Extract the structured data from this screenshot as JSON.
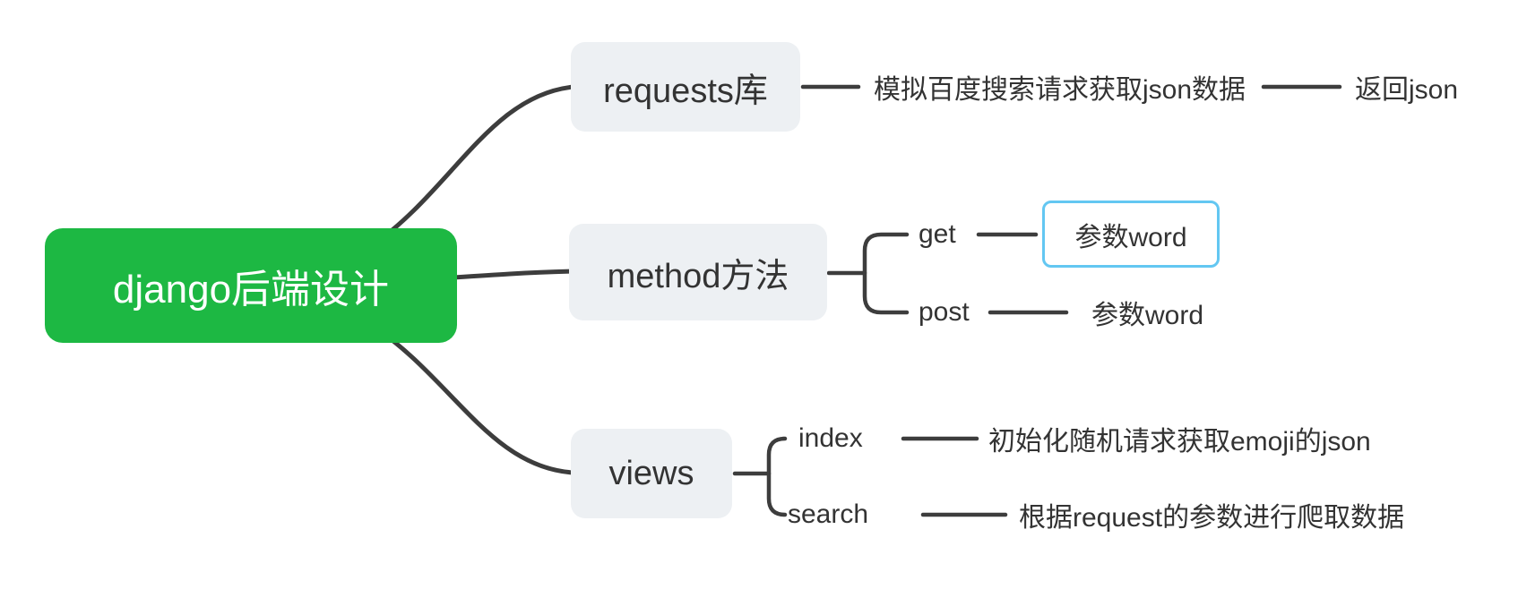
{
  "mindmap": {
    "root": {
      "label": "django后端设计"
    },
    "requests_branch": {
      "topic": "requests库",
      "desc": "模拟百度搜索请求获取json数据",
      "result": "返回json"
    },
    "method_branch": {
      "topic": "method方法",
      "get": {
        "label": "get",
        "param": "参数word"
      },
      "post": {
        "label": "post",
        "param": "参数word"
      }
    },
    "views_branch": {
      "topic": "views",
      "index": {
        "label": "index",
        "desc": "初始化随机请求获取emoji的json"
      },
      "search": {
        "label": "search",
        "desc": "根据request的参数进行爬取数据"
      }
    }
  },
  "colors": {
    "root_bg": "#1db843",
    "root_text": "#ffffff",
    "topic_bg": "#edf0f3",
    "text": "#333333",
    "line": "#3d3d3d",
    "selected_border": "#63c7f2"
  }
}
